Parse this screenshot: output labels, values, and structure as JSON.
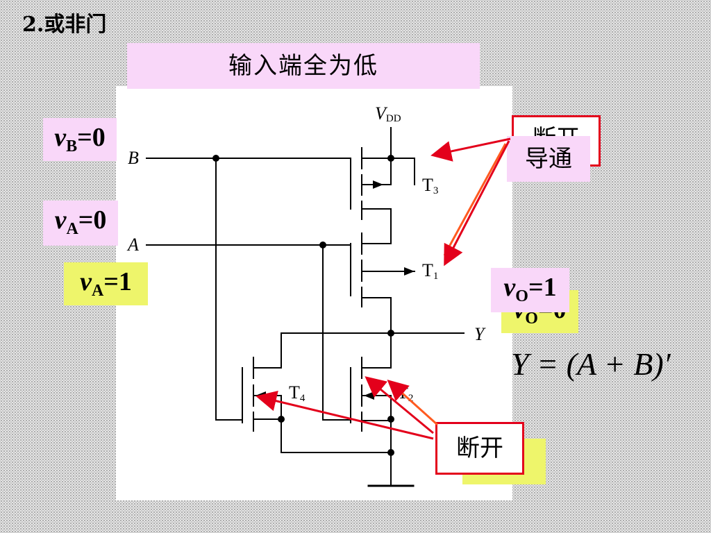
{
  "slide": {
    "title": "2.或非门",
    "header": "输入端全为低"
  },
  "labels": {
    "vB": {
      "var": "v",
      "sub": "B",
      "val": "=0"
    },
    "vA0": {
      "var": "v",
      "sub": "A",
      "val": "=0"
    },
    "vA1": {
      "var": "v",
      "sub": "A",
      "val": "=1"
    },
    "vO1": {
      "var": "v",
      "sub": "O",
      "val": "=1"
    },
    "vO0": {
      "var": "v",
      "sub": "O",
      "val": "=0"
    }
  },
  "callouts": {
    "off_top": "断开",
    "on": "导通",
    "off_bottom": "断开"
  },
  "formula": "Y = (A + B)′",
  "circuit": {
    "vdd": "V",
    "vdd_sub": "DD",
    "input_b": "B",
    "input_a": "A",
    "output_y": "Y",
    "t1": "T",
    "t1_sub": "1",
    "t2": "T",
    "t2_sub": "2",
    "t3": "T",
    "t3_sub": "3",
    "t4": "T",
    "t4_sub": "4"
  },
  "colors": {
    "pink_box": "#f9d7f9",
    "yellow_box": "#eef56b",
    "red_arrow": "#e3001b"
  }
}
